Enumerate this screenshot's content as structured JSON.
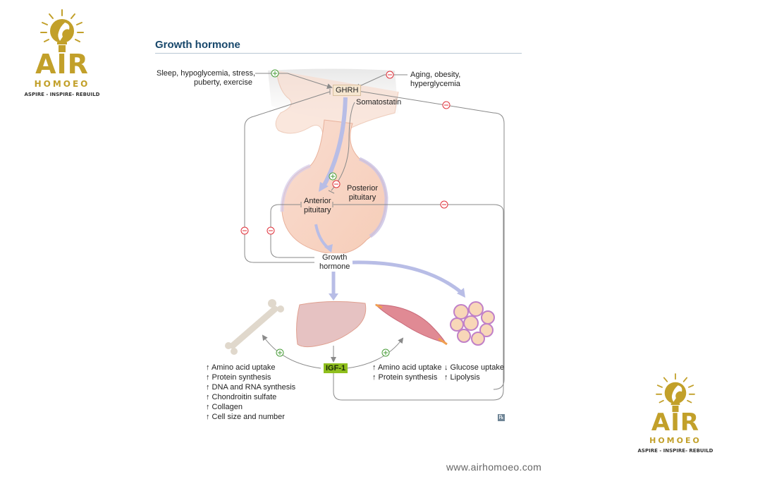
{
  "logos": [
    {
      "name": "AIR",
      "sub": "HOMOEO",
      "tagline": "ASPIRE - INSPIRE- REBUILD",
      "color": "#c2a02a"
    },
    {
      "name": "AIR",
      "sub": "HOMOEO",
      "tagline": "ASPIRE - INSPIRE- REBUILD",
      "color": "#c2a02a"
    }
  ],
  "diagram": {
    "title": "Growth hormone",
    "stimulators": {
      "line1": "Sleep, hypoglycemia, stress,",
      "line2": "puberty, exercise"
    },
    "inhibitors": {
      "line1": "Aging, obesity,",
      "line2": "hyperglycemia"
    },
    "ghrh": "GHRH",
    "somatostatin": "Somatostatin",
    "posterior": {
      "line1": "Posterior",
      "line2": "pituitary"
    },
    "anterior": {
      "line1": "Anterior",
      "line2": "pituitary"
    },
    "gh": {
      "line1": "Growth",
      "line2": "hormone"
    },
    "igf": "IGF-1",
    "bone_effects": [
      "↑ Amino acid uptake",
      "↑ Protein synthesis",
      "↑ DNA and RNA synthesis",
      "↑ Chondroitin sulfate",
      "↑ Collagen",
      "↑ Cell size and number"
    ],
    "muscle_effects": [
      "↑ Amino acid uptake",
      "↑ Protein synthesis"
    ],
    "fat_effects": [
      "↓ Glucose uptake",
      "↑ Lipolysis"
    ],
    "rx_badge": "℞",
    "colors": {
      "stimulate": "#4a9e3a",
      "inhibit": "#e0303a",
      "flow": "#b8bde6",
      "line": "#8a8a8a",
      "igf_bg": "#8fbf1d",
      "title": "#17476b"
    }
  },
  "footer": {
    "url": "www.airhomoeo.com"
  }
}
